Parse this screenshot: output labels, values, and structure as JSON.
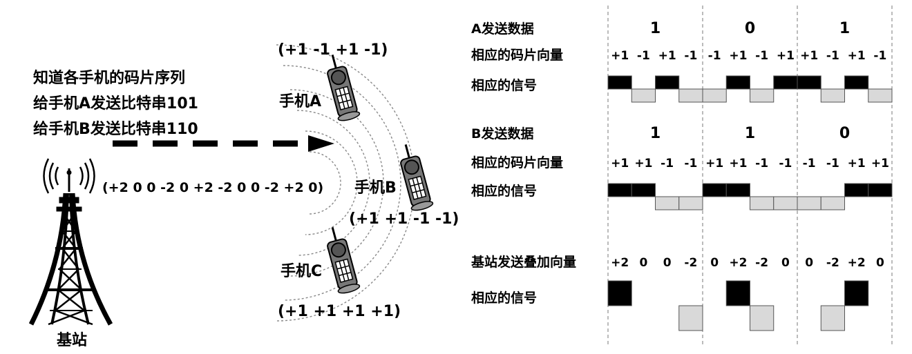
{
  "left": {
    "info_lines": [
      "知道各手机的码片序列",
      "给手机A发送比特串101",
      "给手机B发送比特串110"
    ],
    "tower_label": "基站",
    "broadcast_vector": "(+2 0 0 -2 0 +2 -2 0 0 -2 +2 0)",
    "phones": [
      {
        "name": "手机A",
        "chip": "(+1 -1 +1 -1)"
      },
      {
        "name": "手机B",
        "chip": "(+1 +1 -1 -1)"
      },
      {
        "name": "手机C",
        "chip": "(+1 +1 +1 +1)"
      }
    ]
  },
  "right": {
    "a_section": {
      "data_label": "A发送数据",
      "bits": [
        "1",
        "0",
        "1"
      ],
      "chip_label": "相应的码片向量",
      "chips": [
        "+1",
        "-1",
        "+1",
        "-1",
        "-1",
        "+1",
        "-1",
        "+1",
        "+1",
        "-1",
        "+1",
        "-1"
      ],
      "signal_label": "相应的信号",
      "signal": [
        1,
        -1,
        1,
        -1,
        -1,
        1,
        -1,
        1,
        1,
        -1,
        1,
        -1
      ]
    },
    "b_section": {
      "data_label": "B发送数据",
      "bits": [
        "1",
        "1",
        "0"
      ],
      "chip_label": "相应的码片向量",
      "chips": [
        "+1",
        "+1",
        "-1",
        "-1",
        "+1",
        "+1",
        "-1",
        "-1",
        "-1",
        "-1",
        "+1",
        "+1"
      ],
      "signal_label": "相应的信号",
      "signal": [
        1,
        1,
        -1,
        -1,
        1,
        1,
        -1,
        -1,
        -1,
        -1,
        1,
        1
      ]
    },
    "sum_section": {
      "sum_label": "基站发送叠加向量",
      "values": [
        "+2",
        "0",
        "0",
        "-2",
        "0",
        "+2",
        "-2",
        "0",
        "0",
        "-2",
        "+2",
        "0"
      ],
      "signal_label": "相应的信号",
      "signal": [
        2,
        0,
        0,
        -2,
        0,
        2,
        -2,
        0,
        0,
        -2,
        2,
        0
      ]
    }
  },
  "colors": {
    "positive": "#000000",
    "negative": "#d9d9d9",
    "outline": "#555555",
    "guide": "#777777"
  }
}
